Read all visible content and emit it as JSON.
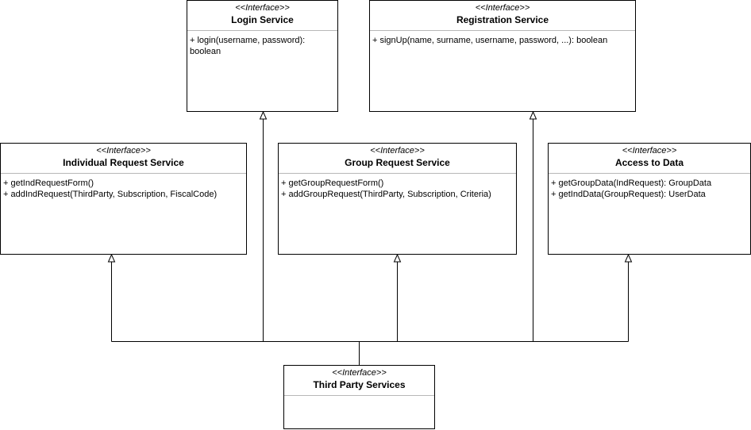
{
  "diagram": {
    "stereotype_open": "<<",
    "stereotype_close": ">>",
    "interfaces": [
      {
        "id": "login",
        "stereotype": "Interface",
        "name": "Login Service",
        "operations": [
          "+ login(username, password): boolean"
        ]
      },
      {
        "id": "registration",
        "stereotype": "Interface",
        "name": "Registration Service",
        "operations": [
          "+ signUp(name, surname, username, password, ...): boolean"
        ]
      },
      {
        "id": "individual",
        "stereotype": "Interface",
        "name": "Individual Request Service",
        "operations": [
          "+ getIndRequestForm()",
          "+ addIndRequest(ThirdParty, Subscription, FiscalCode)"
        ]
      },
      {
        "id": "group",
        "stereotype": "Interface",
        "name": "Group Request Service",
        "operations": [
          "+ getGroupRequestForm()",
          "+ addGroupRequest(ThirdParty, Subscription, Criteria)"
        ]
      },
      {
        "id": "access",
        "stereotype": "Interface",
        "name": "Access to Data",
        "operations": [
          "+ getGroupData(IndRequest): GroupData",
          "+ getIndData(GroupRequest): UserData"
        ]
      },
      {
        "id": "thirdparty",
        "stereotype": "Interface",
        "name": "Third Party Services",
        "operations": []
      }
    ],
    "relations": [
      {
        "from": "thirdparty",
        "to": "login",
        "type": "generalization"
      },
      {
        "from": "thirdparty",
        "to": "registration",
        "type": "generalization"
      },
      {
        "from": "thirdparty",
        "to": "individual",
        "type": "generalization"
      },
      {
        "from": "thirdparty",
        "to": "group",
        "type": "generalization"
      },
      {
        "from": "thirdparty",
        "to": "access",
        "type": "generalization"
      }
    ]
  }
}
